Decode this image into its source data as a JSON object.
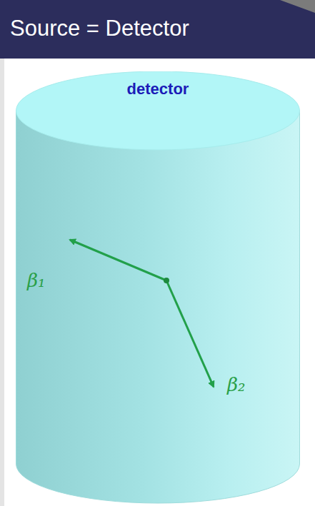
{
  "diagram": {
    "title": "Source = Detector",
    "nodes": [
      {
        "text": [
          "detector"
        ]
      }
    ],
    "labels": [
      "β₁",
      "β₂"
    ]
  }
}
